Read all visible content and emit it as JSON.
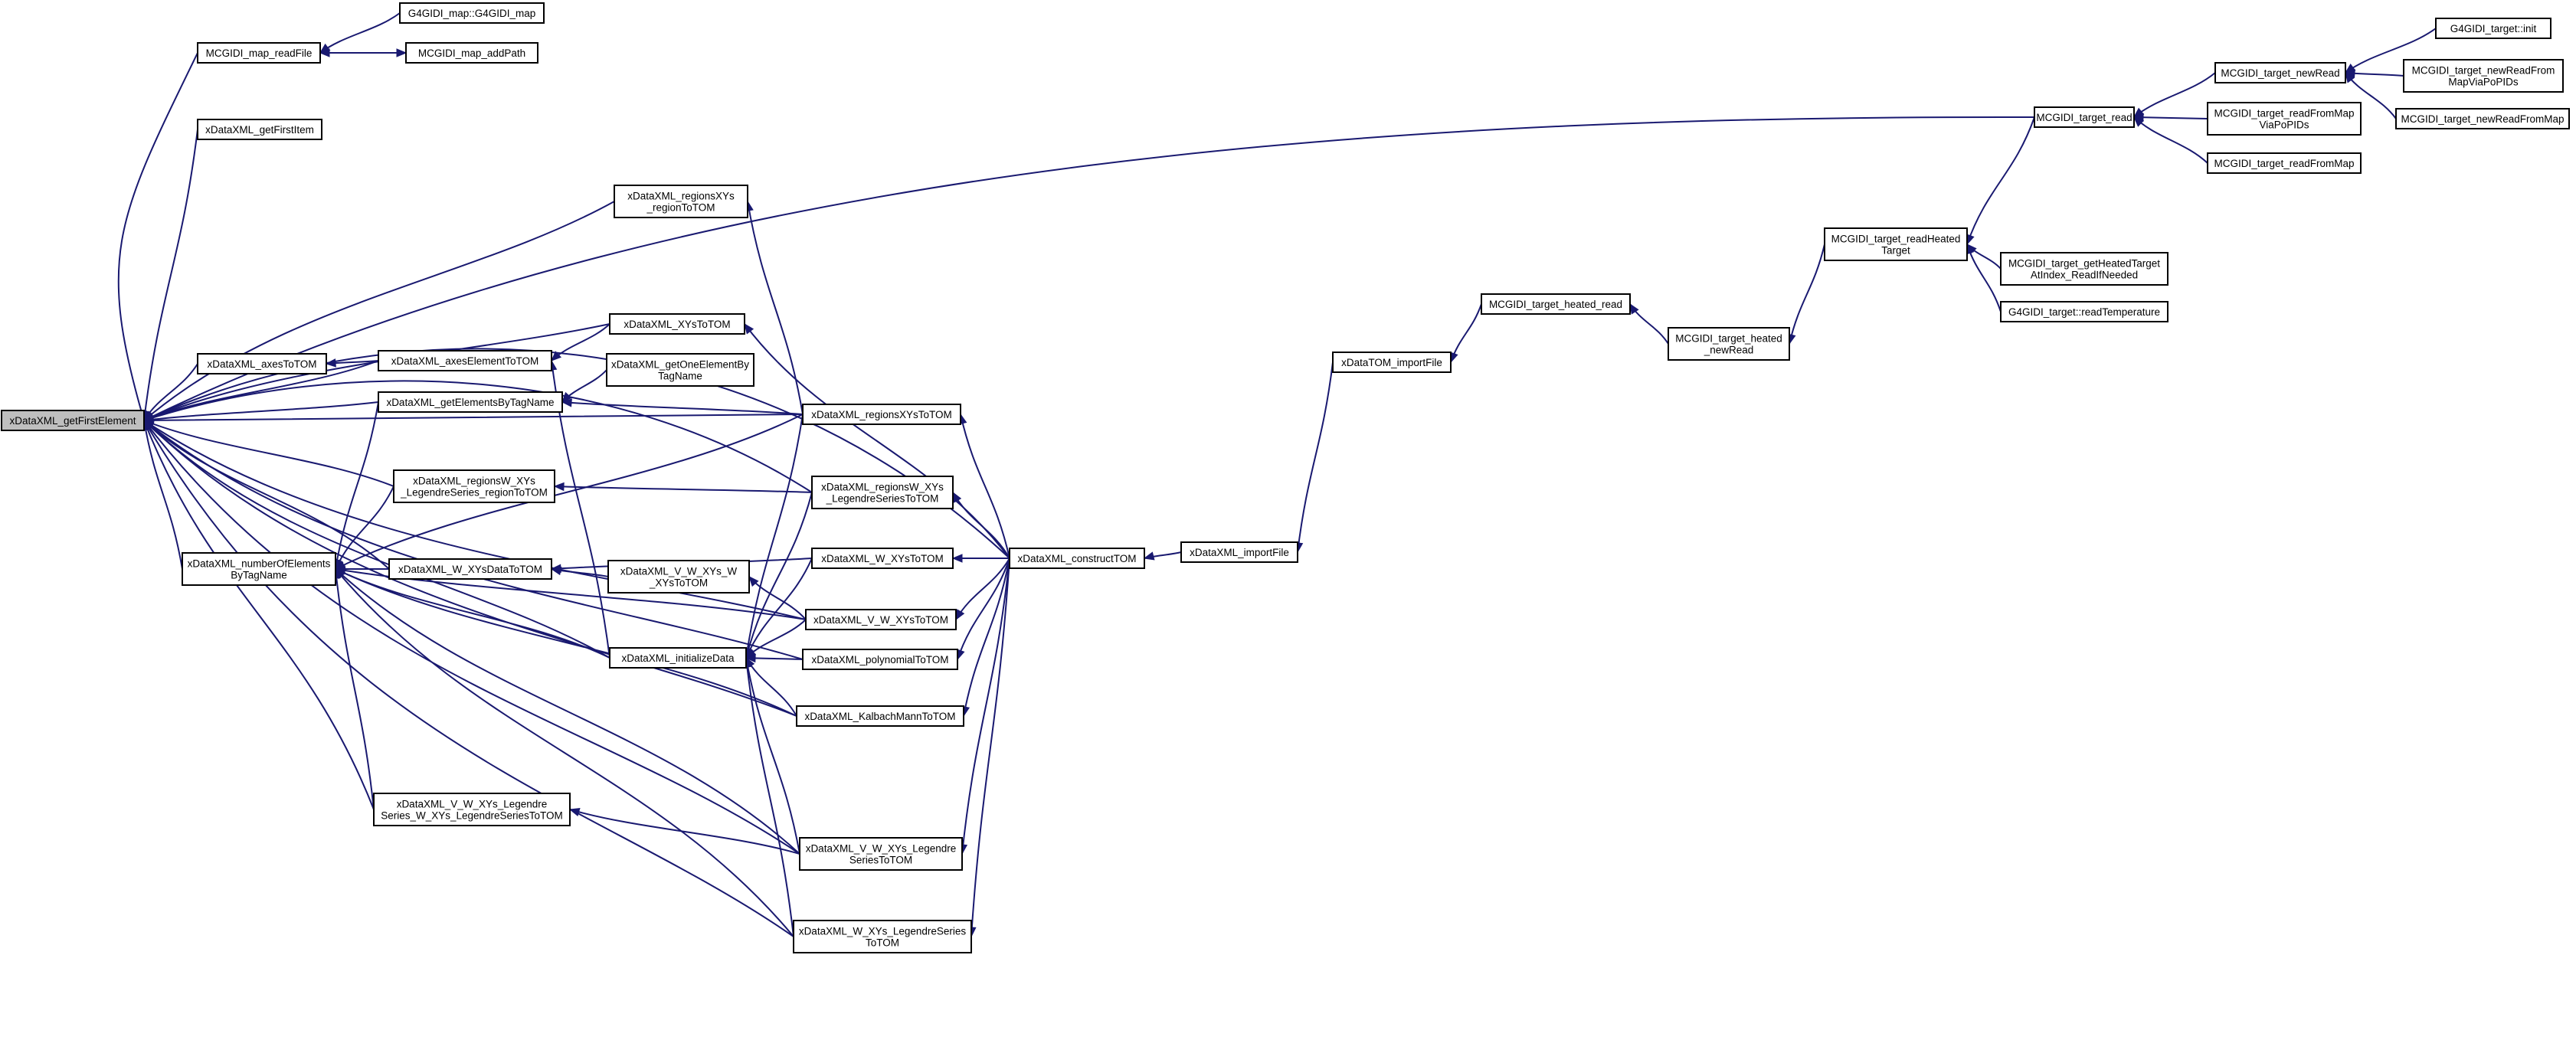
{
  "graph": {
    "title": "",
    "edge_color": "#191970",
    "root_fill": "#bfbfbf",
    "node_fill": "#ffffff",
    "nodes": [
      {
        "id": "root",
        "lines": [
          "xDataXML_getFirstElement"
        ]
      },
      {
        "id": "map_readFile",
        "lines": [
          "MCGIDI_map_readFile"
        ]
      },
      {
        "id": "g4gidi_map",
        "lines": [
          "G4GIDI_map::G4GIDI_map"
        ]
      },
      {
        "id": "map_addPath",
        "lines": [
          "MCGIDI_map_addPath"
        ]
      },
      {
        "id": "getFirstItem",
        "lines": [
          "xDataXML_getFirstItem"
        ]
      },
      {
        "id": "axesToTOM",
        "lines": [
          "xDataXML_axesToTOM"
        ]
      },
      {
        "id": "axesElementToTOM",
        "lines": [
          "xDataXML_axesElementToTOM"
        ]
      },
      {
        "id": "getOneElementByTagName",
        "lines": [
          "xDataXML_getOneElementBy",
          "TagName"
        ]
      },
      {
        "id": "getElementsByTagName",
        "lines": [
          "xDataXML_getElementsByTagName"
        ]
      },
      {
        "id": "regionsW_region",
        "lines": [
          "xDataXML_regionsW_XYs",
          "_LegendreSeries_regionToTOM"
        ]
      },
      {
        "id": "numberOfElements",
        "lines": [
          "xDataXML_numberOfElements",
          "ByTagName"
        ]
      },
      {
        "id": "W_XYsDataToTOM",
        "lines": [
          "xDataXML_W_XYsDataToTOM"
        ]
      },
      {
        "id": "VWLegendreW",
        "lines": [
          "xDataXML_V_W_XYs_Legendre",
          "Series_W_XYs_LegendreSeriesToTOM"
        ]
      },
      {
        "id": "regionsXYs_region",
        "lines": [
          "xDataXML_regionsXYs",
          "_regionToTOM"
        ]
      },
      {
        "id": "XYsToTOM",
        "lines": [
          "xDataXML_XYsToTOM"
        ]
      },
      {
        "id": "VWXYsW",
        "lines": [
          "xDataXML_V_W_XYs_W",
          "_XYsToTOM"
        ]
      },
      {
        "id": "initializeData",
        "lines": [
          "xDataXML_initializeData"
        ]
      },
      {
        "id": "regionsXYsToTOM",
        "lines": [
          "xDataXML_regionsXYsToTOM"
        ]
      },
      {
        "id": "regionsW_series",
        "lines": [
          "xDataXML_regionsW_XYs",
          "_LegendreSeriesToTOM"
        ]
      },
      {
        "id": "W_XYsToTOM",
        "lines": [
          "xDataXML_W_XYsToTOM"
        ]
      },
      {
        "id": "VWXYsToTOM",
        "lines": [
          "xDataXML_V_W_XYsToTOM"
        ]
      },
      {
        "id": "polynomialToTOM",
        "lines": [
          "xDataXML_polynomialToTOM"
        ]
      },
      {
        "id": "KalbachMann",
        "lines": [
          "xDataXML_KalbachMannToTOM"
        ]
      },
      {
        "id": "VWLegendreSeries",
        "lines": [
          "xDataXML_V_W_XYs_Legendre",
          "SeriesToTOM"
        ]
      },
      {
        "id": "W_XYs_Legendre",
        "lines": [
          "xDataXML_W_XYs_LegendreSeries",
          "ToTOM"
        ]
      },
      {
        "id": "constructTOM",
        "lines": [
          "xDataXML_constructTOM"
        ]
      },
      {
        "id": "importFile",
        "lines": [
          "xDataXML_importFile"
        ]
      },
      {
        "id": "TOM_importFile",
        "lines": [
          "xDataTOM_importFile"
        ]
      },
      {
        "id": "heated_read",
        "lines": [
          "MCGIDI_target_heated_read"
        ]
      },
      {
        "id": "heated_newRead",
        "lines": [
          "MCGIDI_target_heated",
          "_newRead"
        ]
      },
      {
        "id": "readHeated",
        "lines": [
          "MCGIDI_target_readHeated",
          "Target"
        ]
      },
      {
        "id": "getHeated",
        "lines": [
          "MCGIDI_target_getHeatedTarget",
          "AtIndex_ReadIfNeeded"
        ]
      },
      {
        "id": "readTemp",
        "lines": [
          "G4GIDI_target::readTemperature"
        ]
      },
      {
        "id": "target_read",
        "lines": [
          "MCGIDI_target_read"
        ]
      },
      {
        "id": "newRead",
        "lines": [
          "MCGIDI_target_newRead"
        ]
      },
      {
        "id": "readFromMapViaPoPIDs",
        "lines": [
          "MCGIDI_target_readFromMap",
          "ViaPoPIDs"
        ]
      },
      {
        "id": "readFromMap",
        "lines": [
          "MCGIDI_target_readFromMap"
        ]
      },
      {
        "id": "g4init",
        "lines": [
          "G4GIDI_target::init"
        ]
      },
      {
        "id": "newReadFromMapVia",
        "lines": [
          "MCGIDI_target_newReadFrom",
          "MapViaPoPIDs"
        ]
      },
      {
        "id": "newReadFromMap",
        "lines": [
          "MCGIDI_target_newReadFromMap"
        ]
      }
    ]
  }
}
